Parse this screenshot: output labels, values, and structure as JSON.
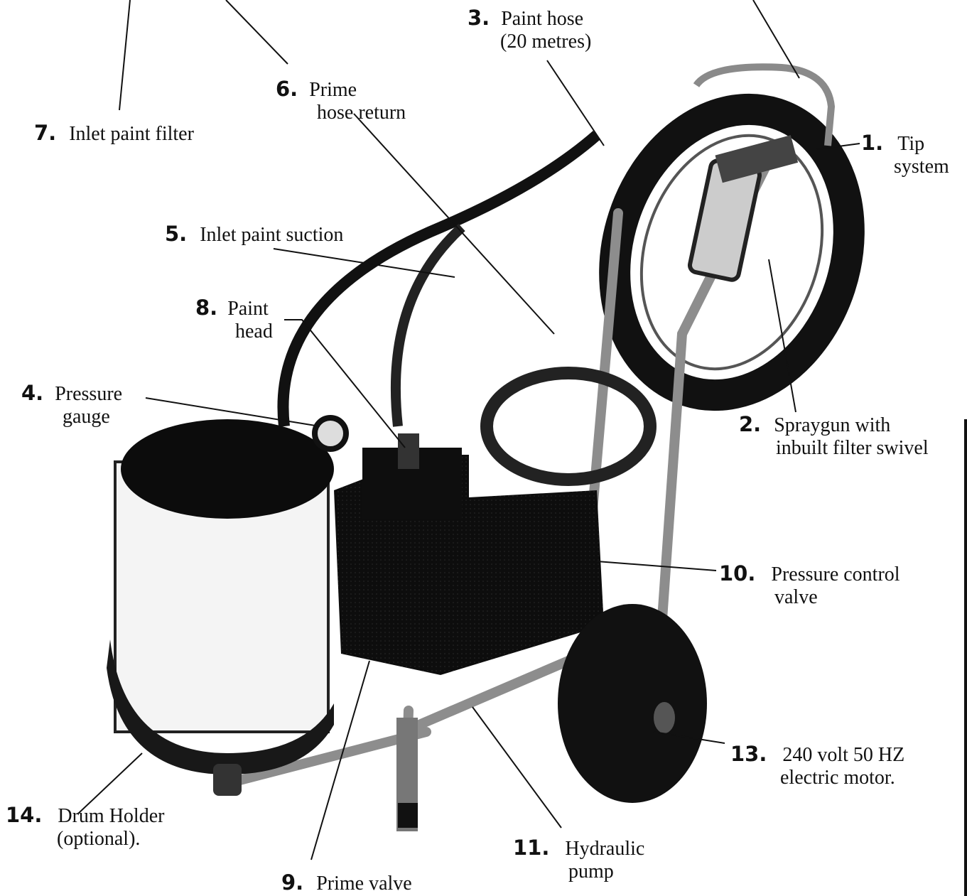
{
  "figure": {
    "colors": {
      "ink": "#111111",
      "metal": "#9a9a9a",
      "white": "#ffffff"
    },
    "labels": [
      {
        "id": "tip",
        "number": "1.",
        "text": [
          "Tip",
          "system"
        ]
      },
      {
        "id": "spraygun",
        "number": "2.",
        "text": [
          "Spraygun with",
          "inbuilt filter swivel"
        ]
      },
      {
        "id": "paint-hose",
        "number": "3.",
        "text": [
          "Paint hose",
          "(20 metres)"
        ]
      },
      {
        "id": "pressure-gauge",
        "number": "4.",
        "text": [
          "Pressure",
          "gauge"
        ]
      },
      {
        "id": "inlet-suction",
        "number": "5.",
        "text": [
          "Inlet paint suction"
        ]
      },
      {
        "id": "prime-hose-return",
        "number": "6.",
        "text": [
          "Prime",
          "hose return"
        ]
      },
      {
        "id": "inlet-filter",
        "number": "7.",
        "text": [
          "Inlet paint filter"
        ]
      },
      {
        "id": "paint-head",
        "number": "8.",
        "text": [
          "Paint",
          "head"
        ]
      },
      {
        "id": "prime-valve",
        "number": "9.",
        "text": [
          "Prime valve"
        ]
      },
      {
        "id": "pressure-control",
        "number": "10.",
        "text": [
          "Pressure control",
          "valve"
        ]
      },
      {
        "id": "hydraulic-pump",
        "number": "11.",
        "text": [
          "Hydraulic",
          "pump"
        ]
      },
      {
        "id": "motor",
        "number": "13.",
        "text": [
          "240 volt 50 HZ",
          "electric motor."
        ]
      },
      {
        "id": "drum-holder",
        "number": "14.",
        "text": [
          "Drum Holder",
          "(optional)."
        ]
      }
    ]
  }
}
